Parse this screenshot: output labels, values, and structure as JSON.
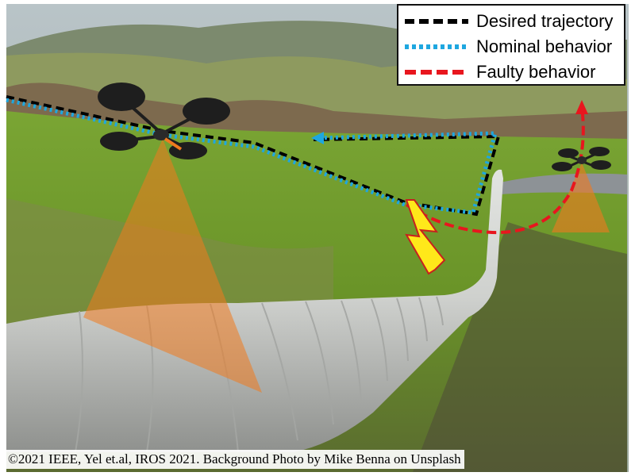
{
  "legend": {
    "items": [
      {
        "label": "Desired trajectory",
        "style": "dashed",
        "color": "#000000"
      },
      {
        "label": "Nominal behavior",
        "style": "dotted",
        "color": "#1ea7e0"
      },
      {
        "label": "Faulty behavior",
        "style": "dashed",
        "color": "#e8161e"
      }
    ]
  },
  "caption": "©2021 IEEE, Yel et.al, IROS 2021. Background Photo by Mike Benna on Unsplash",
  "colors": {
    "sky": "#cfd8dc",
    "hills": "#8a9a5b",
    "grass": "#6f9a2a",
    "pipeline": "#c7c9c6",
    "sensor_cone": "#f07a1e",
    "lightning": "#ffe81a",
    "drone": "#1e1e1e"
  },
  "icons": [
    "drone-icon",
    "lightning-fault-icon",
    "arrow-icon"
  ]
}
